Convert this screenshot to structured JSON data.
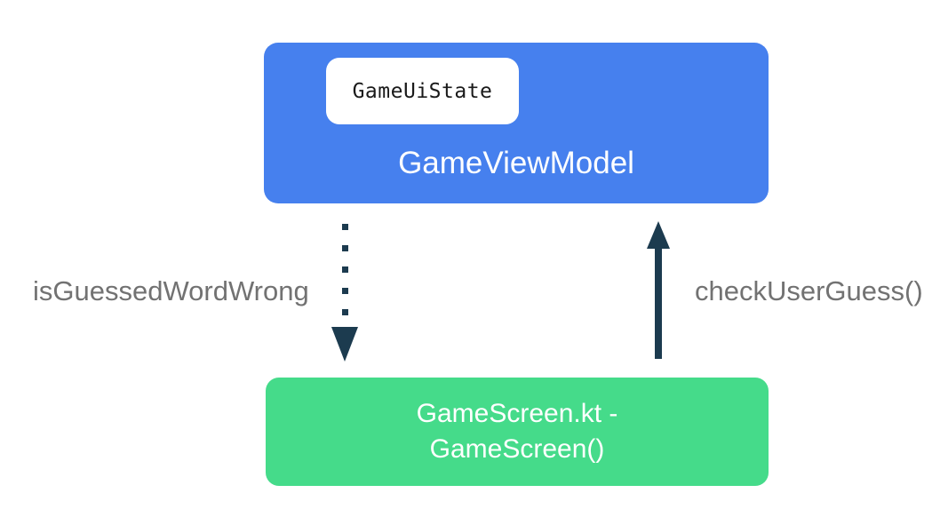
{
  "diagram": {
    "background_color": "#ffffff",
    "viewmodel_box": {
      "label": "GameViewModel",
      "color": "#4680EE",
      "text_color": "#ffffff",
      "chip": {
        "label": "GameUiState",
        "color": "#ffffff",
        "text_color": "#1a1a1a"
      }
    },
    "screen_box": {
      "label_line1": "GameScreen.kt -",
      "label_line2": "GameScreen()",
      "color": "#45DB8A",
      "text_color": "#ffffff"
    },
    "flows": {
      "state_down": {
        "label": "isGuessedWordWrong",
        "direction": "down",
        "arrow_style": "dotted",
        "color": "#1C3B4F"
      },
      "event_up": {
        "label": "checkUserGuess()",
        "direction": "up",
        "arrow_style": "solid",
        "color": "#1C3B4F"
      }
    },
    "label_color": "#727272"
  }
}
